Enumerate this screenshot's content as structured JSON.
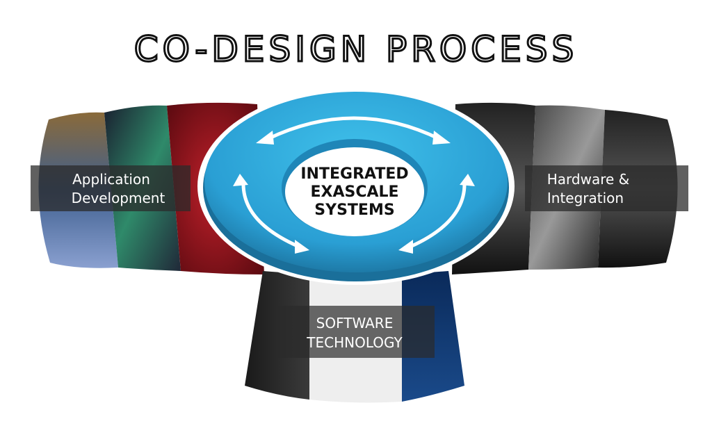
{
  "title": "CO-DESIGN PROCESS",
  "center": {
    "line1": "INTEGRATED",
    "line2": "EXASCALE",
    "line3": "SYSTEMS"
  },
  "application": {
    "line1": "Application",
    "line2": "Development"
  },
  "hardware": {
    "line1": "Hardware &",
    "line2": "Integration"
  },
  "software": {
    "line1": "SOFTWARE",
    "line2": "TECHNOLOGY"
  },
  "colors": {
    "ring": "#2a9fd4",
    "ring_dark": "#1a6f9a",
    "label_band": "#2b2b2b"
  }
}
